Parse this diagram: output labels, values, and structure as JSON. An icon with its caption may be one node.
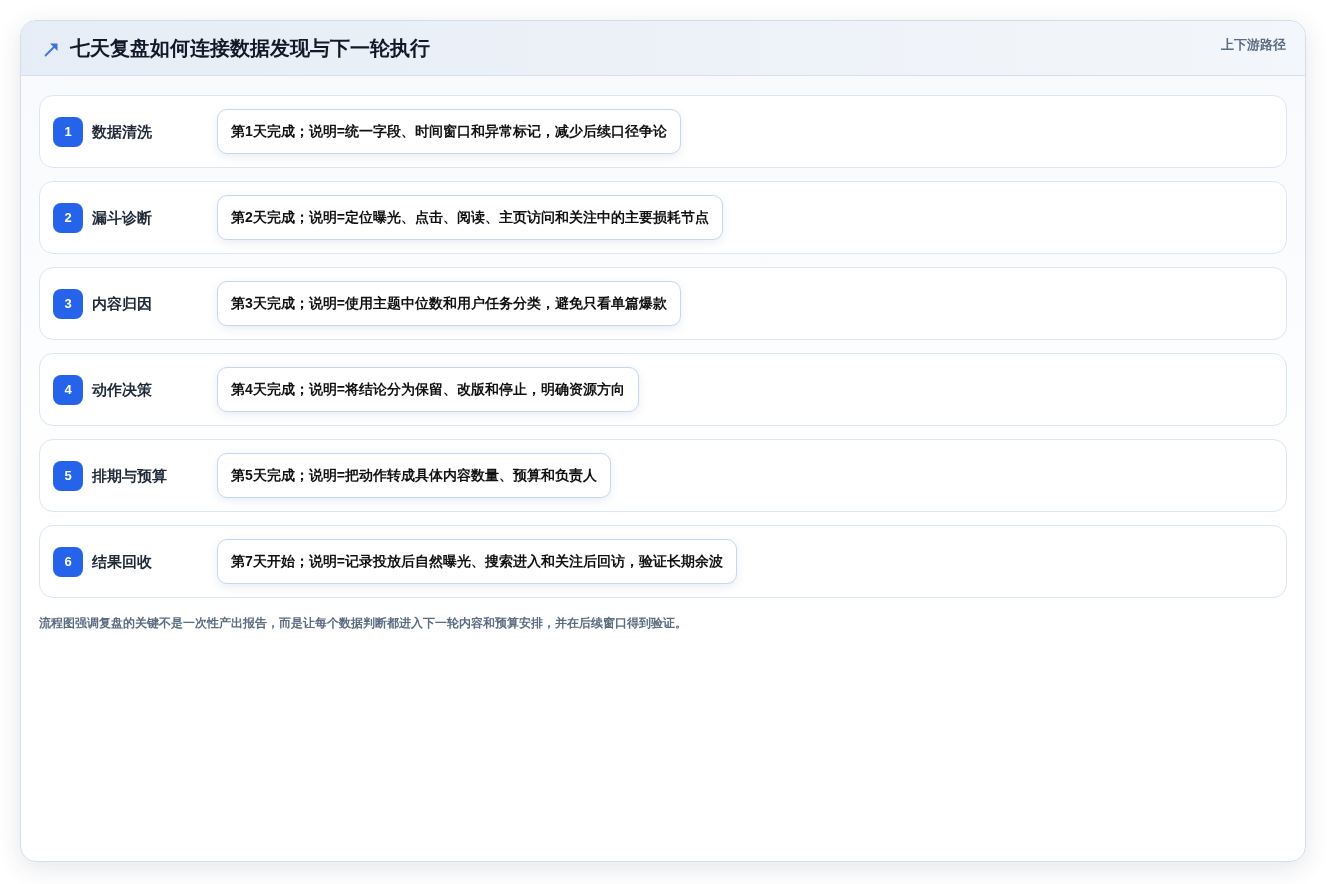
{
  "diagram": {
    "title": "七天复盘如何连接数据发现与下一轮执行",
    "caption": "流程图强调复盘的关键不是一次性产出报告，而是让每个数据判断都进入下一轮内容和预算安排，并在后续窗口得到验证。",
    "nodes": [
      {
        "text": [
          "数据清洗"
        ]
      },
      {
        "text": [
          "1"
        ],
        "in": 0
      },
      {
        "text": [
          "第1天完成；说明=统一字段、时间窗口和异常标记，减少后续口径争论"
        ],
        "in": 0
      },
      {
        "text": [
          "漏斗诊断"
        ]
      },
      {
        "text": [
          "2"
        ],
        "in": 3
      },
      {
        "text": [
          "第2天完成；说明=定位曝光、点击、阅读、主页访问和关注中的主要损耗节点"
        ],
        "in": 3
      },
      {
        "text": [
          "内容归因"
        ]
      },
      {
        "text": [
          "3"
        ],
        "in": 6
      },
      {
        "text": [
          "第3天完成；说明=使用主题中位数和用户任务分类，避免只看单篇爆款"
        ],
        "in": 6
      },
      {
        "text": [
          "动作决策"
        ]
      },
      {
        "text": [
          "4"
        ],
        "in": 9
      },
      {
        "text": [
          "第4天完成；说明=将结论分为保留、改版和停止，明确资源方向"
        ],
        "in": 9
      },
      {
        "text": [
          "排期与预算"
        ]
      },
      {
        "text": [
          "5"
        ],
        "in": 12
      },
      {
        "text": [
          "第5天完成；说明=把动作转成具体内容数量、预算和负责人"
        ],
        "in": 12
      },
      {
        "text": [
          "结果回收"
        ]
      },
      {
        "text": [
          "6"
        ],
        "in": 15
      },
      {
        "text": [
          "第7天开始；说明=记录投放后自然曝光、搜索进入和关注后回访，验证长期余波"
        ],
        "in": 15
      }
    ],
    "labels": [
      "上下游路径"
    ]
  }
}
